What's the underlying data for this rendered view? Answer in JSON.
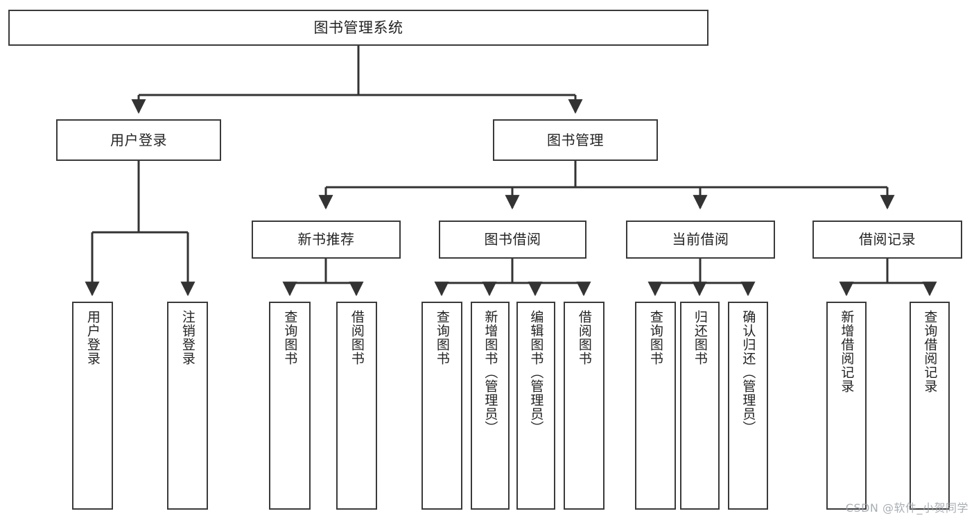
{
  "diagram": {
    "type": "tree-hierarchy-chart",
    "title": "图书管理系统",
    "watermark": "CSDN @软件_小贺同学",
    "colors": {
      "box_border": "#3a3a3a",
      "box_fill": "#ffffff",
      "connector": "#333333",
      "text": "#232323",
      "watermark": "#9aa0a6",
      "background": "#ffffff"
    },
    "root": {
      "label": "图书管理系统",
      "orientation": "horizontal"
    },
    "level2": [
      {
        "label": "用户登录",
        "orientation": "horizontal"
      },
      {
        "label": "图书管理",
        "orientation": "horizontal"
      }
    ],
    "level3": [
      {
        "label": "新书推荐",
        "orientation": "horizontal"
      },
      {
        "label": "图书借阅",
        "orientation": "horizontal"
      },
      {
        "label": "当前借阅",
        "orientation": "horizontal"
      },
      {
        "label": "借阅记录",
        "orientation": "horizontal"
      }
    ],
    "leaves": {
      "user_login": [
        {
          "label": "用户登录",
          "orientation": "vertical"
        },
        {
          "label": "注销登录",
          "orientation": "vertical"
        }
      ],
      "new_book_recommend": [
        {
          "label": "查询图书",
          "orientation": "vertical"
        },
        {
          "label": "借阅图书",
          "orientation": "vertical"
        }
      ],
      "book_borrow": [
        {
          "label": "查询图书",
          "orientation": "vertical"
        },
        {
          "label": "新增图书（管理员）",
          "orientation": "vertical"
        },
        {
          "label": "编辑图书（管理员）",
          "orientation": "vertical"
        },
        {
          "label": "借阅图书",
          "orientation": "vertical"
        }
      ],
      "current_borrow": [
        {
          "label": "查询图书",
          "orientation": "vertical"
        },
        {
          "label": "归还图书",
          "orientation": "vertical"
        },
        {
          "label": "确认归还（管理员）",
          "orientation": "vertical"
        }
      ],
      "borrow_record": [
        {
          "label": "新增借阅记录",
          "orientation": "vertical"
        },
        {
          "label": "查询借阅记录",
          "orientation": "vertical"
        }
      ]
    }
  }
}
